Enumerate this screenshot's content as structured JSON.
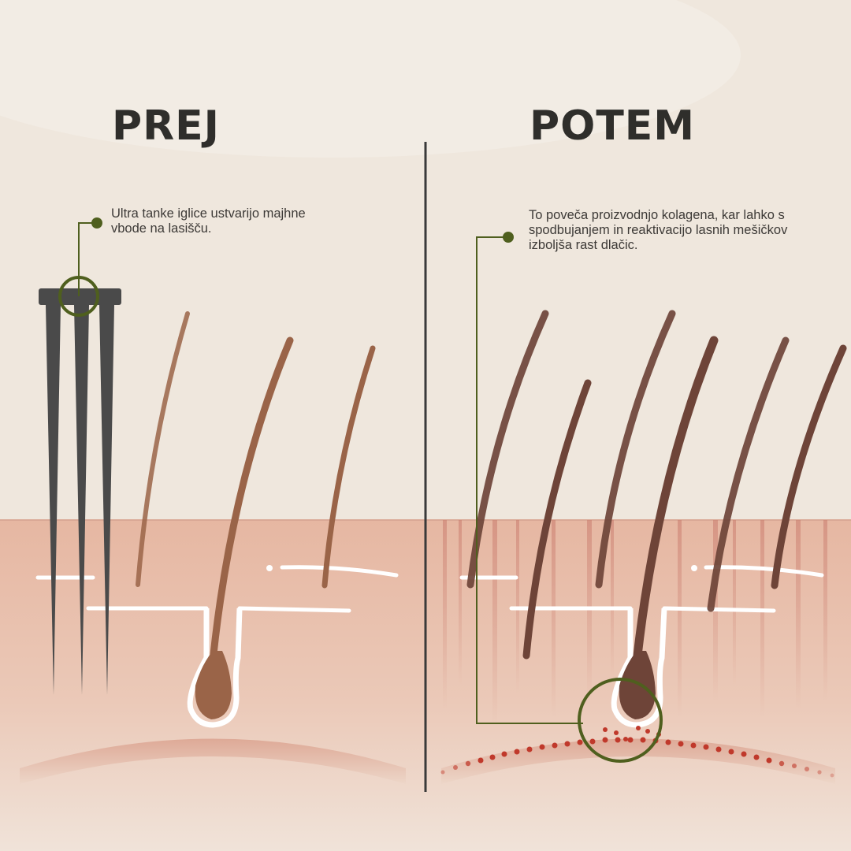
{
  "panels": {
    "before": {
      "title": "PREJ",
      "caption_lines": [
        "Ultra tanke iglice ustvarijo majhne",
        "vbode na lasišču."
      ]
    },
    "after": {
      "title": "POTEM",
      "caption_lines": [
        "To poveča proizvodnjo kolagena, kar lahko s",
        "spodbujanjem in reaktivacijo lasnih mešičkov",
        "izboljša rast dlačic."
      ]
    }
  },
  "colors": {
    "background": "#efe7dd",
    "skin": "#e3b49f",
    "hair_before": "#9a6448",
    "hair_after": "#6e4438",
    "needle": "#4a4a4a",
    "callout": "#4f5f1e",
    "dots": "#c0392b",
    "divider": "#3a3a3a"
  }
}
